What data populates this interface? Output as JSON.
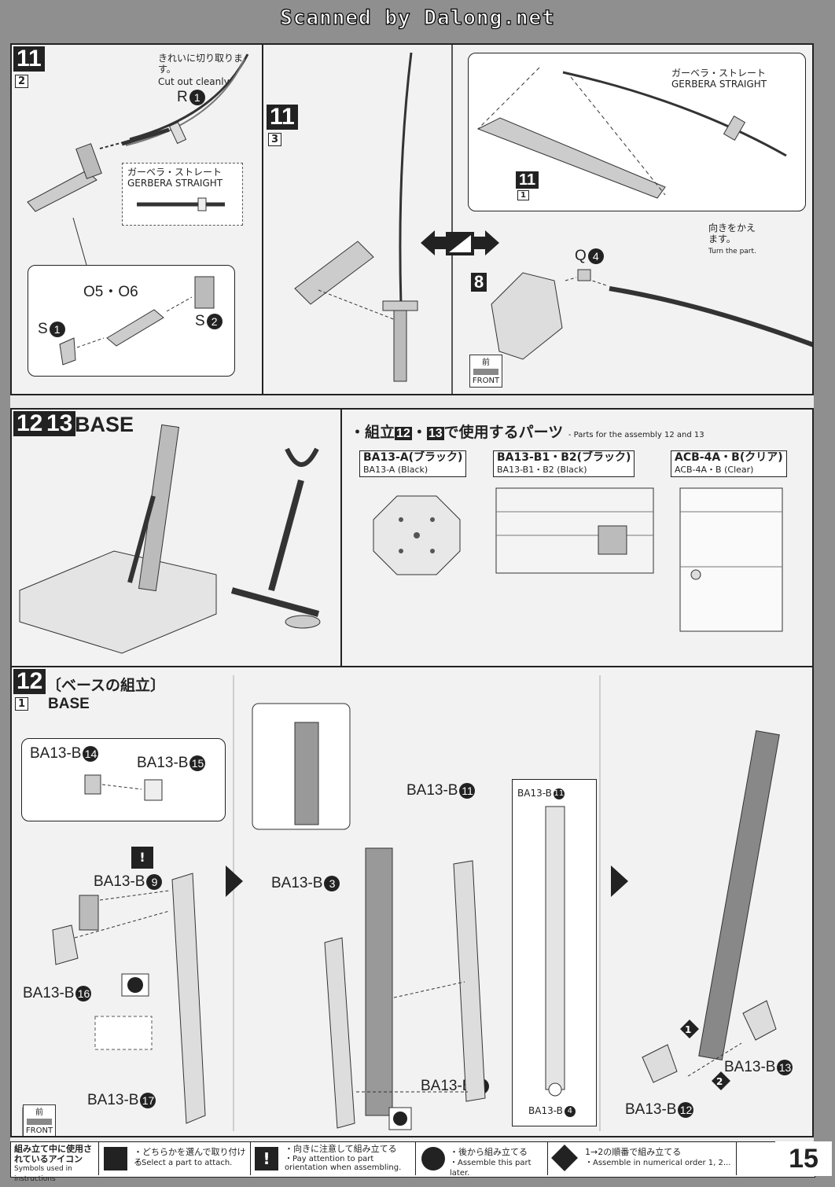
{
  "watermark": "Scanned by Dalong.net",
  "page_number": "15",
  "step11_2": {
    "step": "11",
    "sub": "2",
    "note_jp": "きれいに切り取ります。",
    "note_en": "Cut out cleanly.",
    "part_R": "R",
    "part_R_num": "1",
    "gerbera_jp": "ガーベラ・ストレート",
    "gerbera_en": "GERBERA STRAIGHT",
    "part_O": "O5・O6",
    "part_S1": "S",
    "part_S1_num": "1",
    "part_S2": "S",
    "part_S2_num": "2"
  },
  "step11_3": {
    "step": "11",
    "sub": "3",
    "gerbera_jp": "ガーベラ・ストレート",
    "gerbera_en": "GERBERA STRAIGHT",
    "ref_step": "11",
    "ref_sub": "1",
    "turn_jp": "向きをかえます。",
    "turn_en": "Turn the part.",
    "part_Q": "Q",
    "part_Q_num": "4",
    "ref8": "8",
    "front_jp": "前",
    "front_en": "FRONT"
  },
  "base_header": {
    "step_a": "12",
    "step_b": "13",
    "title": "BASE"
  },
  "parts_used": {
    "title_jp_prefix": "・組立",
    "title_jp_suffix": "で使用するパーツ",
    "title_en": "- Parts for the assembly",
    "and": "and",
    "n12": "12",
    "n13": "13",
    "sheets": [
      {
        "jp": "BA13-A(ブラック)",
        "en": "BA13-A (Black)"
      },
      {
        "jp": "BA13-B1・B2(ブラック)",
        "en": "BA13-B1・B2 (Black)"
      },
      {
        "jp": "ACB-4A・B(クリア)",
        "en": "ACB-4A・B (Clear)"
      }
    ]
  },
  "step12": {
    "step": "12",
    "sub": "1",
    "title_jp": "〔ベースの組立〕",
    "title_en": "BASE",
    "front_jp": "前",
    "front_en": "FRONT",
    "labels": {
      "b14": "BA13-B",
      "b14n": "14",
      "b15": "BA13-B",
      "b15n": "15",
      "b9": "BA13-B",
      "b9n": "9",
      "b16": "BA13-B",
      "b16n": "16",
      "b17": "BA13-B",
      "b17n": "17",
      "b3": "BA13-B",
      "b3n": "3",
      "b11a": "BA13-B",
      "b11an": "11",
      "b4a": "BA13-B",
      "b4an": "4",
      "b11b": "BA13-B",
      "b11bn": "11",
      "b4b": "BA13-B",
      "b4bn": "4",
      "b13": "BA13-B",
      "b13n": "13",
      "b12": "BA13-B",
      "b12n": "12",
      "order1": "1",
      "order2": "2"
    }
  },
  "legend": {
    "heading_jp": "組み立て中に使用されているアイコン",
    "heading_en": "Symbols used in instructions",
    "items": [
      {
        "jp": "・どちらかを選んで取り付ける",
        "en": "・Select a part to attach."
      },
      {
        "jp": "・向きに注意して組み立てる",
        "en": "・Pay attention to part orientation when assembling."
      },
      {
        "jp": "・後から組み立てる",
        "en": "・Assemble this part later."
      },
      {
        "jp": "1→2の順番で組み立てる",
        "en": "・Assemble in numerical order 1, 2..."
      }
    ]
  }
}
